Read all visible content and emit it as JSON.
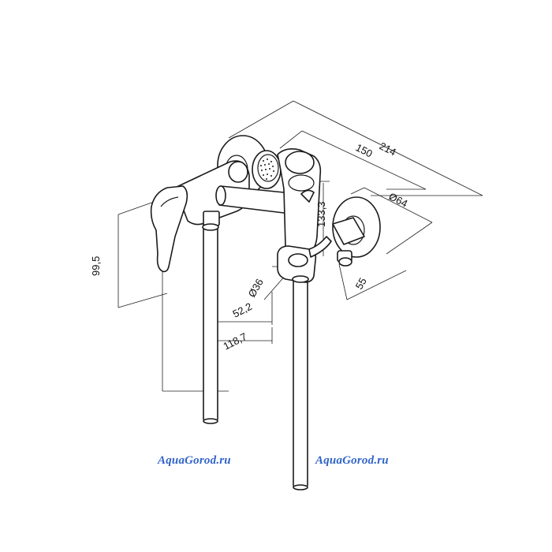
{
  "dimensions": {
    "overall_width": "214",
    "center_distance": "150",
    "flange_diameter": "Ø64",
    "shower_holder_height": "133,3",
    "spout_offset": "55",
    "hose_diameter": "Ø36",
    "spout_projection": "52,2",
    "body_depth": "118,7",
    "total_height": "99,5"
  },
  "watermarks": [
    "AquaGorod.ru",
    "AquaGorod.ru"
  ],
  "colors": {
    "line": "#1a1a1a",
    "watermark": "#2f63c9",
    "background": "#ffffff"
  }
}
